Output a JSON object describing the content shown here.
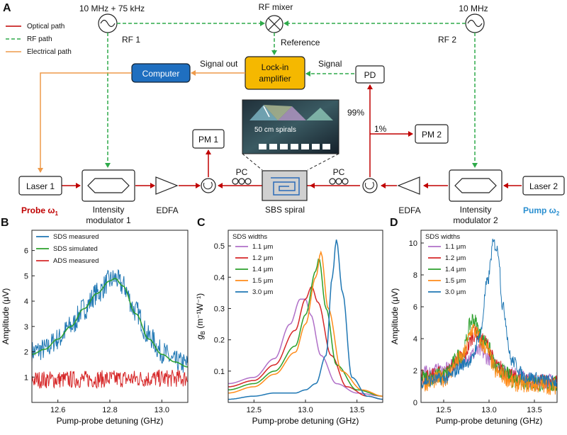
{
  "panel_a": {
    "panel_label": "A",
    "legend": [
      {
        "label": "Optical path",
        "color": "#c00000",
        "dash": ""
      },
      {
        "label": "RF path",
        "color": "#2eaa4a",
        "dash": "5,3"
      },
      {
        "label": "Electrical path",
        "color": "#ee9a4a",
        "dash": ""
      }
    ],
    "rf_left_freq": "10 MHz + 75 kHz",
    "rf_right_freq": "10 MHz",
    "rf_mixer": "RF mixer",
    "rf1": "RF 1",
    "rf2": "RF 2",
    "reference": "Reference",
    "signal_out": "Signal out",
    "signal": "Signal",
    "computer": "Computer",
    "lockin_line1": "Lock-in",
    "lockin_line2": "amplifier",
    "pd": "PD",
    "pm1": "PM 1",
    "pm2": "PM 2",
    "pct99": "99%",
    "pct1": "1%",
    "laser1": "Laser 1",
    "laser2": "Laser 2",
    "mod1_line1": "Intensity",
    "mod1_line2": "modulator 1",
    "mod2_line1": "Intensity",
    "mod2_line2": "modulator 2",
    "edfa": "EDFA",
    "pc": "PC",
    "sbs": "SBS spiral",
    "spirals": "50 cm spirals",
    "probe": "Probe ω",
    "probe_sub": "1",
    "pump": "Pump ω",
    "pump_sub": "2",
    "colors": {
      "optical": "#c00000",
      "rf": "#2eaa4a",
      "electrical": "#ee9a4a",
      "computer": "#1f6fc0",
      "lockin": "#f5b800",
      "probe": "#c00000",
      "pump": "#2a8fd0"
    }
  },
  "chart_data": [
    {
      "panel_label": "B",
      "type": "line",
      "xlabel": "Pump-probe detuning (GHz)",
      "ylabel": "Amplitude (μV)",
      "xlim": [
        12.5,
        13.1
      ],
      "ylim": [
        0,
        6.8
      ],
      "xticks": [
        12.6,
        12.8,
        13.0
      ],
      "yticks": [
        1,
        2,
        3,
        4,
        5,
        6
      ],
      "legend_position": "top-left",
      "series": [
        {
          "name": "SDS measured",
          "color": "#1f77b4",
          "noise": 0.45,
          "x": [
            12.5,
            12.55,
            12.6,
            12.65,
            12.7,
            12.75,
            12.8,
            12.82,
            12.85,
            12.9,
            12.95,
            13.0,
            13.05,
            13.1
          ],
          "y": [
            2.0,
            2.1,
            2.5,
            3.0,
            3.7,
            4.3,
            4.8,
            4.9,
            4.6,
            3.6,
            2.6,
            2.0,
            1.6,
            1.5
          ]
        },
        {
          "name": "SDS simulated",
          "color": "#2ca02c",
          "noise": 0,
          "x": [
            12.5,
            12.55,
            12.6,
            12.65,
            12.7,
            12.75,
            12.8,
            12.82,
            12.85,
            12.9,
            12.95,
            13.0,
            13.05,
            13.1
          ],
          "y": [
            1.9,
            2.1,
            2.5,
            3.0,
            3.7,
            4.3,
            4.8,
            4.9,
            4.6,
            3.5,
            2.5,
            1.9,
            1.6,
            1.4
          ]
        },
        {
          "name": "ADS measured",
          "color": "#d62728",
          "noise": 0.35,
          "x": [
            12.5,
            13.1
          ],
          "y": [
            0.9,
            0.95
          ]
        }
      ]
    },
    {
      "panel_label": "C",
      "type": "line",
      "xlabel": "Pump-probe detuning (GHz)",
      "ylabel": "g",
      "ylabel_sub": "B",
      "ylabel_unit": "(m⁻¹W⁻¹)",
      "xlim": [
        12.25,
        13.75
      ],
      "ylim": [
        0,
        0.55
      ],
      "xticks": [
        12.5,
        13.0,
        13.5
      ],
      "yticks": [
        0.1,
        0.2,
        0.3,
        0.4,
        0.5
      ],
      "legend_title": "SDS widths",
      "legend_position": "top-left",
      "series": [
        {
          "name": "1.1 μm",
          "color": "#b070c8",
          "x": [
            12.25,
            12.5,
            12.7,
            12.85,
            12.95,
            13.0,
            13.05,
            13.15,
            13.3,
            13.5,
            13.75
          ],
          "y": [
            0.06,
            0.08,
            0.14,
            0.25,
            0.33,
            0.33,
            0.28,
            0.15,
            0.06,
            0.03,
            0.02
          ]
        },
        {
          "name": "1.2 μm",
          "color": "#d62728",
          "x": [
            12.25,
            12.5,
            12.7,
            12.9,
            13.0,
            13.06,
            13.12,
            13.25,
            13.4,
            13.6,
            13.75
          ],
          "y": [
            0.05,
            0.07,
            0.12,
            0.23,
            0.33,
            0.37,
            0.32,
            0.15,
            0.05,
            0.02,
            0.01
          ]
        },
        {
          "name": "1.4 μm",
          "color": "#2ca02c",
          "x": [
            12.25,
            12.5,
            12.7,
            12.9,
            13.0,
            13.1,
            13.13,
            13.2,
            13.3,
            13.5,
            13.75
          ],
          "y": [
            0.04,
            0.06,
            0.1,
            0.18,
            0.28,
            0.42,
            0.46,
            0.3,
            0.12,
            0.04,
            0.02
          ]
        },
        {
          "name": "1.5 μm",
          "color": "#ff8c1a",
          "x": [
            12.25,
            12.5,
            12.7,
            12.9,
            13.0,
            13.1,
            13.15,
            13.22,
            13.35,
            13.55,
            13.75
          ],
          "y": [
            0.03,
            0.05,
            0.09,
            0.16,
            0.25,
            0.4,
            0.48,
            0.3,
            0.1,
            0.04,
            0.02
          ]
        },
        {
          "name": "3.0 μm",
          "color": "#1f77b4",
          "x": [
            12.25,
            12.5,
            12.7,
            12.9,
            13.0,
            13.1,
            13.2,
            13.26,
            13.3,
            13.36,
            13.45,
            13.6,
            13.75
          ],
          "y": [
            0.01,
            0.02,
            0.03,
            0.03,
            0.04,
            0.06,
            0.15,
            0.4,
            0.52,
            0.35,
            0.08,
            0.02,
            0.01
          ]
        }
      ]
    },
    {
      "panel_label": "D",
      "type": "line",
      "xlabel": "Pump-probe detuning (GHz)",
      "ylabel": "Amplitude (μV)",
      "xlim": [
        12.25,
        13.75
      ],
      "ylim": [
        0,
        10.8
      ],
      "xticks": [
        12.5,
        13.0,
        13.5
      ],
      "yticks": [
        0,
        2,
        4,
        6,
        8,
        10
      ],
      "legend_title": "SDS widths",
      "legend_position": "top-left",
      "series": [
        {
          "name": "1.1 μm",
          "color": "#b070c8",
          "noise": 0.5,
          "x": [
            12.25,
            12.5,
            12.7,
            12.8,
            12.9,
            13.0,
            13.2,
            13.5,
            13.75
          ],
          "y": [
            1.8,
            2.0,
            2.6,
            3.0,
            3.2,
            2.8,
            1.8,
            1.4,
            1.3
          ]
        },
        {
          "name": "1.2 μm",
          "color": "#d62728",
          "noise": 0.5,
          "x": [
            12.25,
            12.5,
            12.7,
            12.85,
            12.95,
            13.1,
            13.3,
            13.5,
            13.75
          ],
          "y": [
            1.6,
            1.8,
            2.8,
            4.3,
            3.8,
            2.2,
            1.5,
            1.3,
            1.2
          ]
        },
        {
          "name": "1.4 μm",
          "color": "#2ca02c",
          "noise": 0.55,
          "x": [
            12.25,
            12.5,
            12.7,
            12.82,
            12.95,
            13.1,
            13.3,
            13.5,
            13.75
          ],
          "y": [
            1.5,
            1.7,
            3.0,
            5.2,
            3.8,
            2.0,
            1.4,
            1.2,
            1.1
          ]
        },
        {
          "name": "1.5 μm",
          "color": "#ff8c1a",
          "noise": 0.55,
          "x": [
            12.25,
            12.5,
            12.7,
            12.82,
            12.95,
            13.1,
            13.3,
            13.5,
            13.75
          ],
          "y": [
            1.2,
            1.5,
            2.8,
            4.6,
            3.5,
            1.8,
            1.2,
            1.1,
            1.0
          ]
        },
        {
          "name": "3.0 μm",
          "color": "#1f77b4",
          "noise": 0.4,
          "x": [
            12.25,
            12.5,
            12.8,
            12.9,
            12.98,
            13.05,
            13.1,
            13.15,
            13.25,
            13.4,
            13.75
          ],
          "y": [
            1.3,
            1.5,
            2.6,
            4.2,
            7.5,
            10.0,
            9.5,
            6.0,
            2.6,
            1.6,
            1.3
          ]
        }
      ]
    }
  ]
}
